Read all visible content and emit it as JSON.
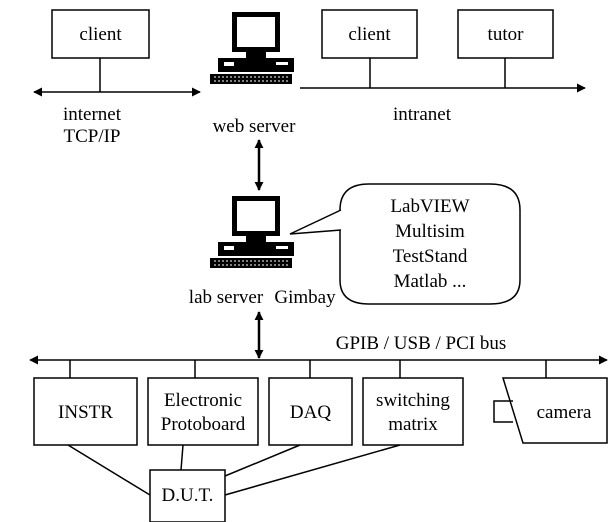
{
  "top": {
    "internet_client": "client",
    "internet_label_1": "internet",
    "internet_label_2": "TCP/IP",
    "web_server": "web server",
    "intranet_client": "client",
    "tutor": "tutor",
    "intranet_label": "intranet"
  },
  "lab": {
    "lab_server": "lab server",
    "gimbay": "Gimbay",
    "software": [
      "LabVIEW",
      "Multisim",
      "TestStand",
      "Matlab ..."
    ]
  },
  "bus": {
    "label": "GPIB / USB / PCI bus"
  },
  "devices": {
    "instr": "INSTR",
    "protoboard_1": "Electronic",
    "protoboard_2": "Protoboard",
    "daq": "DAQ",
    "switching_1": "switching",
    "switching_2": "matrix",
    "camera": "camera",
    "dut": "D.U.T."
  }
}
